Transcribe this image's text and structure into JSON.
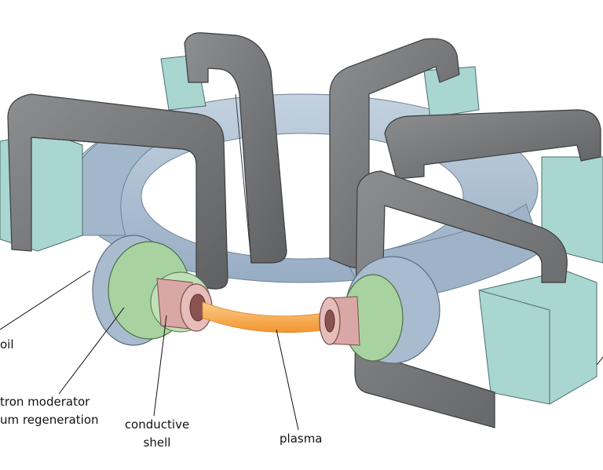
{
  "labels": {
    "coil": "oil",
    "moderator_line1": "tron moderator",
    "moderator_line2": "um regeneration",
    "shell_line1": "conductive",
    "shell_line2": "shell",
    "plasma": "plasma"
  },
  "colors": {
    "coil_body": "#6f7072",
    "coil_face": "#8a8b8d",
    "coil_edge": "#3c3d3f",
    "clamp": "#a9d6d0",
    "vessel": "#a9bccf",
    "moderator": "#a8d2a0",
    "shell": "#d9a8a6",
    "plasma": "#f6a94f"
  }
}
